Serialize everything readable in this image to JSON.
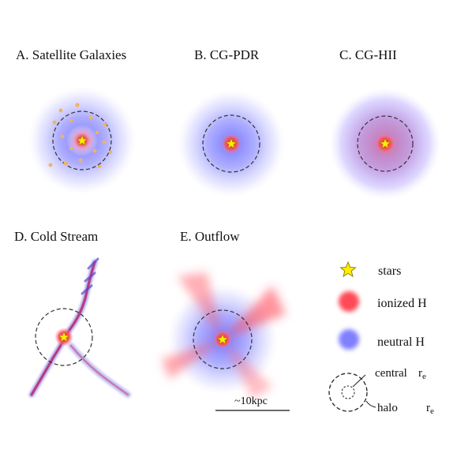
{
  "panels": [
    {
      "id": "A",
      "title": "A. Satellite Galaxies"
    },
    {
      "id": "B",
      "title": "B. CG-PDR"
    },
    {
      "id": "C",
      "title": "C. CG-HII"
    },
    {
      "id": "D",
      "title": "D. Cold Stream"
    },
    {
      "id": "E",
      "title": "E. Outflow"
    }
  ],
  "legend": {
    "stars": "stars",
    "ionized": "ionized H",
    "neutral": "neutral H",
    "central": "central",
    "halo": "halo",
    "re_symbol": "r",
    "re_sub": "e"
  },
  "scale_bar": {
    "label": "~10kpc"
  },
  "colors": {
    "ionized": "#ff3b4a",
    "neutral": "#7f7fff",
    "star": "#ffee00",
    "satellite": "#f2b35c"
  }
}
